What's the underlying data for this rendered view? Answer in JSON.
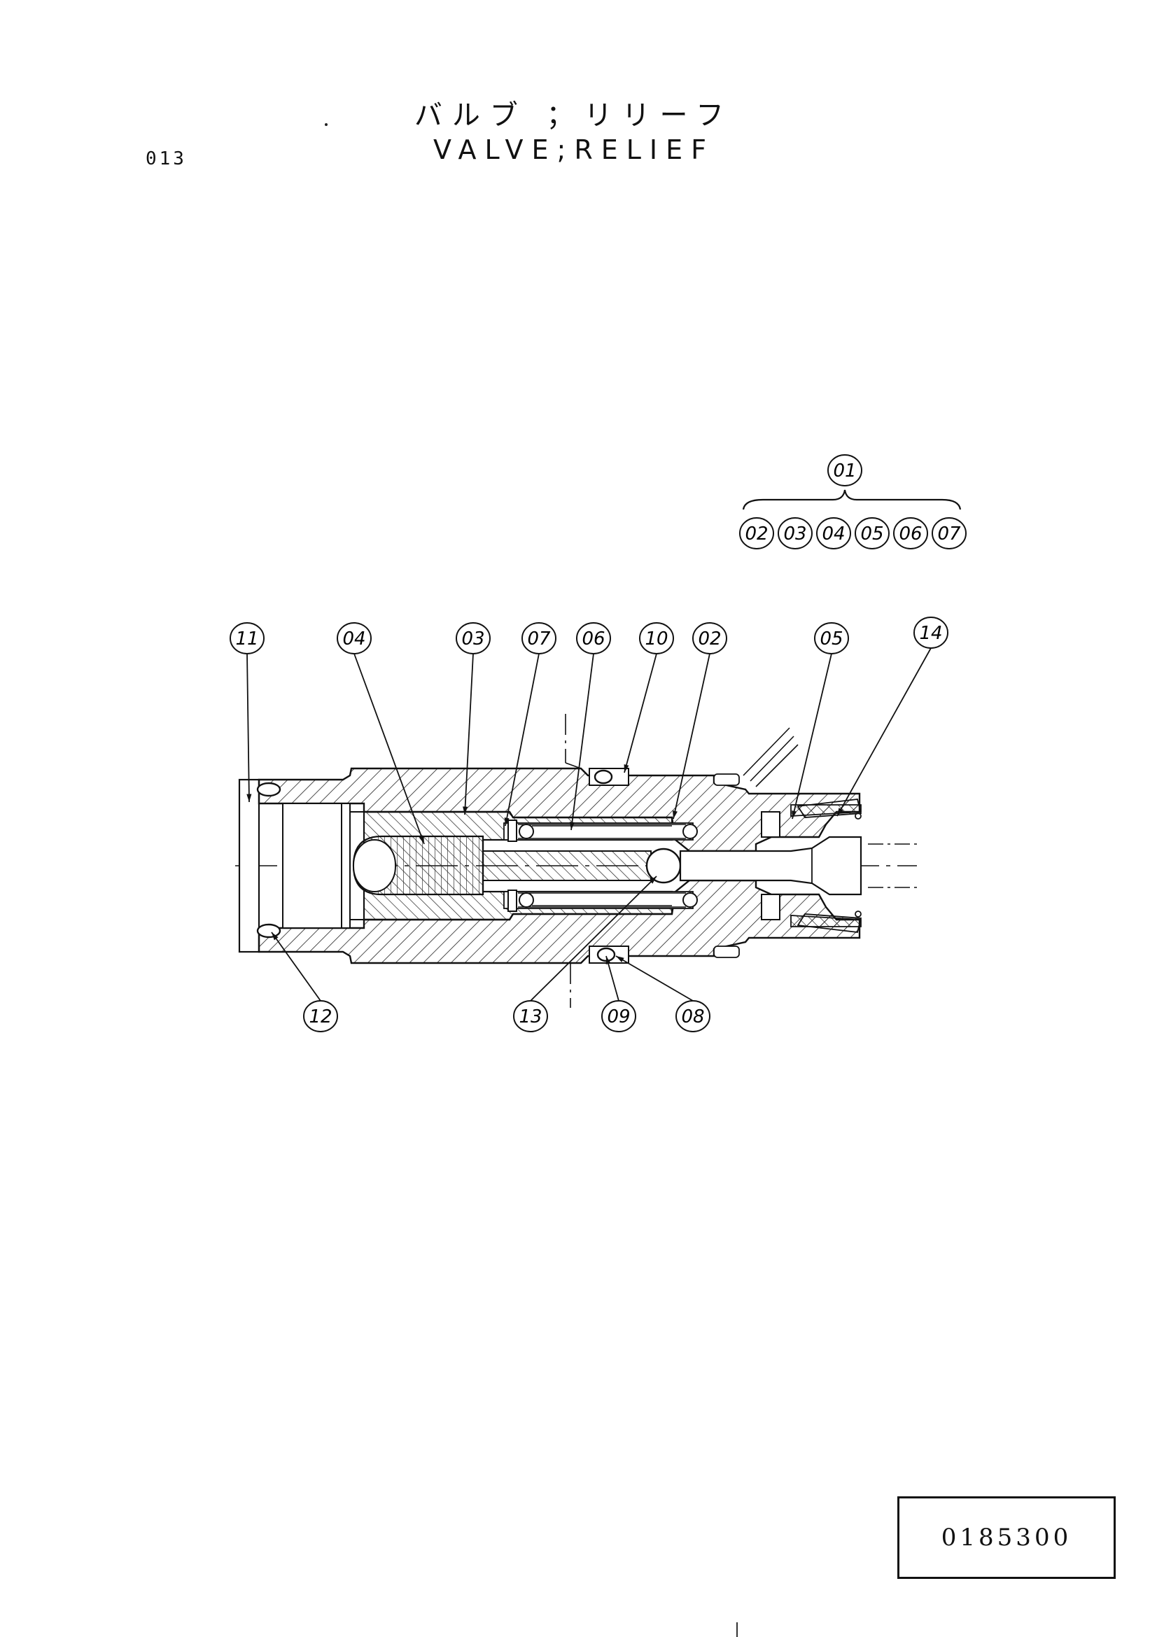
{
  "header": {
    "page_number": "013",
    "title_jp": "バルブ ；リリーフ",
    "title_en": "VALVE;RELIEF"
  },
  "assembly": {
    "parent": "01",
    "children": [
      "02",
      "03",
      "04",
      "05",
      "06",
      "07"
    ]
  },
  "callouts_top": [
    "11",
    "04",
    "03",
    "07",
    "06",
    "10",
    "02",
    "05",
    "14"
  ],
  "callouts_bottom": [
    "12",
    "13",
    "09",
    "08"
  ],
  "part_number": "0185300"
}
